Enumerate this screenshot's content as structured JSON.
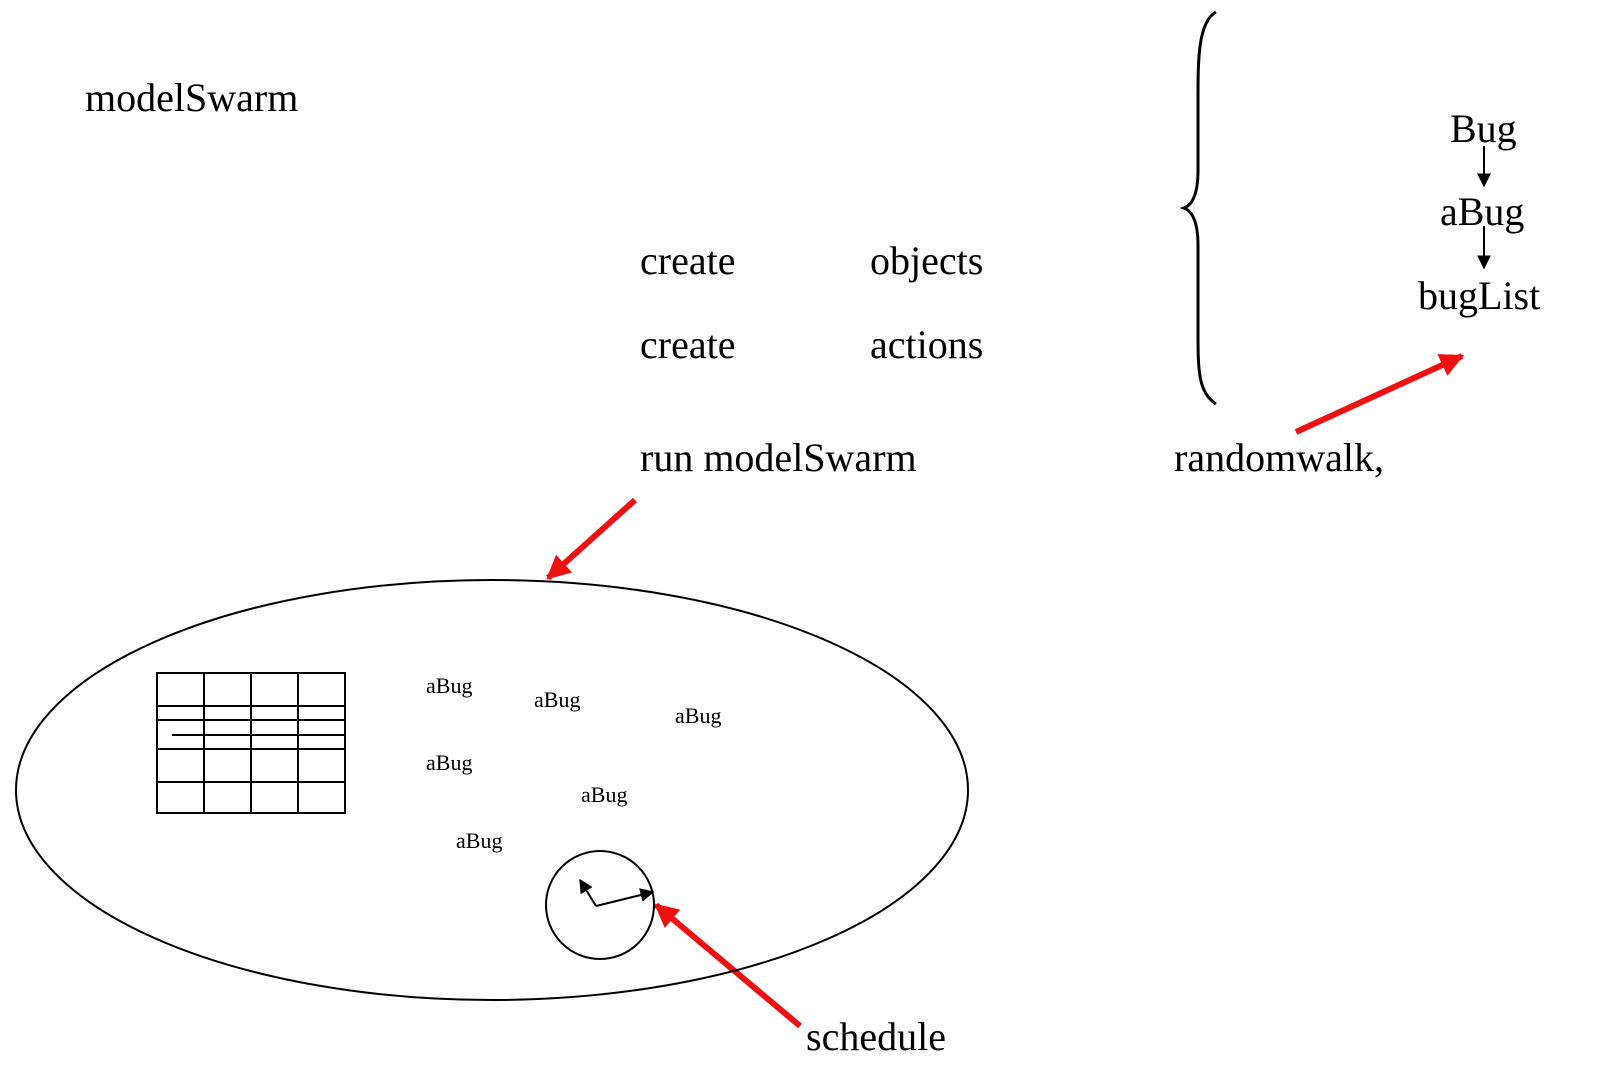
{
  "title": "modelSwarm",
  "steps": [
    {
      "verb": "create",
      "object": "objects"
    },
    {
      "verb": "create",
      "object": "actions"
    }
  ],
  "run_label": "run modelSwarm",
  "hierarchy": [
    "Bug",
    "aBug",
    "bugList"
  ],
  "randomwalk_label": "randomwalk,",
  "bug_instances": [
    "aBug",
    "aBug",
    "aBug",
    "aBug",
    "aBug",
    "aBug"
  ],
  "schedule_label": "schedule",
  "colors": {
    "arrow": "#ee1111",
    "ink": "#000000"
  }
}
